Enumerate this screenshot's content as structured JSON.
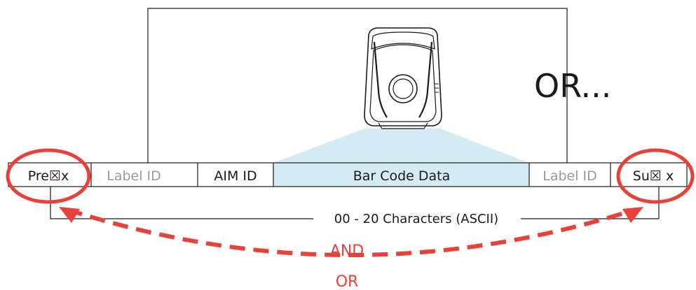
{
  "or_note": "OR...",
  "fields": [
    {
      "key": "prefix",
      "label": "Pre☒x"
    },
    {
      "key": "label-id-left",
      "label": "Label ID"
    },
    {
      "key": "aim-id",
      "label": "AIM ID"
    },
    {
      "key": "bar-code-data",
      "label": "Bar Code Data"
    },
    {
      "key": "label-id-right",
      "label": "Label ID"
    },
    {
      "key": "suffix",
      "label": "Su☒ x"
    }
  ],
  "length_note": "00 - 20 Characters (ASCII)",
  "connector_labels": {
    "and": "AND",
    "or": "OR"
  },
  "colors": {
    "accent_red": "#e8413a",
    "beam_fill": "#d4ebf3",
    "muted_text": "#9a9a9a",
    "line": "#1a1a1a"
  },
  "icons": [
    "barcode-scanner-icon"
  ]
}
